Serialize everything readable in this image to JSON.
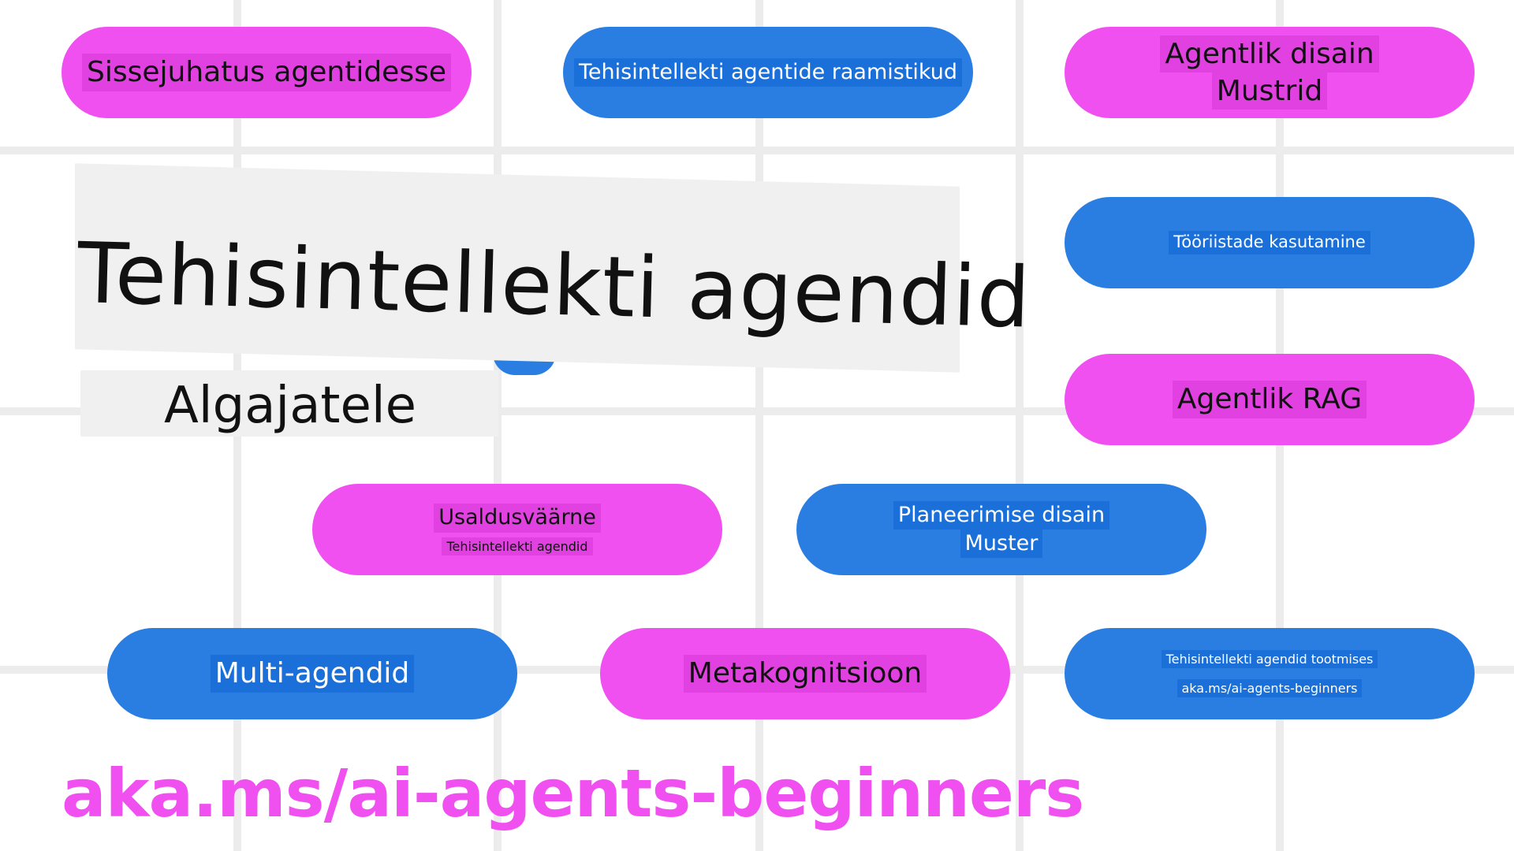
{
  "title": "Tehisintellekti agendid",
  "subtitle": "Algajatele",
  "footer_link": "aka.ms/ai-agents-beginners",
  "colors": {
    "pink": "#f050f0",
    "blue": "#2a7de1",
    "grid": "#ececec"
  },
  "lessons": {
    "intro": [
      "Sissejuhatus agentidesse"
    ],
    "frameworks": [
      "Tehisintellekti agentide raamistikud"
    ],
    "design_patterns": [
      "Agentlik disain",
      "Mustrid"
    ],
    "tool_use": [
      "Tööriistade kasutamine"
    ],
    "agentic_rag": [
      "Agentlik RAG"
    ],
    "trustworthy": [
      "Usaldusväärne",
      "Tehisintellekti agendid"
    ],
    "planning": [
      "Planeerimise disain",
      "Muster"
    ],
    "multi_agent": [
      "Multi-agendid"
    ],
    "metacognition": [
      "Metakognitsioon"
    ],
    "production": [
      "Tehisintellekti agendid tootmises",
      "aka.ms/ai-agents-beginners"
    ]
  }
}
